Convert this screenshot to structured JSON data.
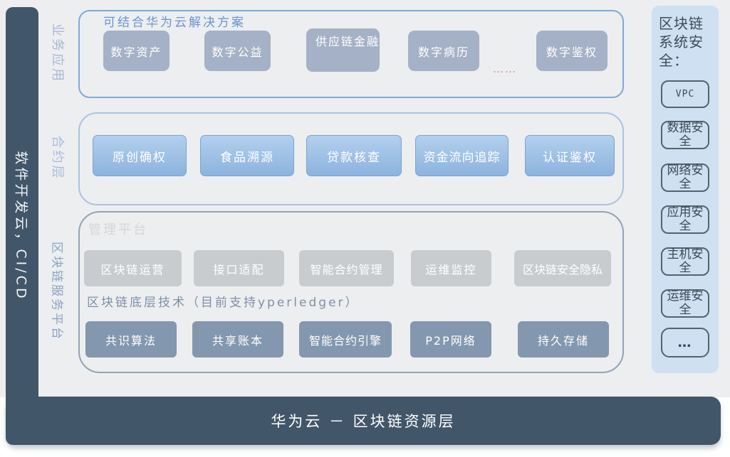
{
  "colors": {
    "dark_bar": "#42566a",
    "canvas_bg": "#edeeef",
    "panel_bg": "#cfe0f2",
    "business_box": "#a5b1c6",
    "contract_box_border": "#78a4d4",
    "contract_box_fill_top": "#b3d0ee",
    "contract_box_fill_bottom": "#8cb3de",
    "management_box": "#c9cccf",
    "tech_box": "#8397ae",
    "solutions_title": "#6a93d3",
    "red_ellipsis": "#e28686"
  },
  "left_bar": {
    "label": "软件开发云，CI/CD"
  },
  "bottom_bar": {
    "label": "华为云 － 区块链资源层"
  },
  "layers": {
    "business": {
      "side_label": "业务应用",
      "title": "可结合华为云解决方案",
      "boxes": [
        "数字资产",
        "数字公益",
        "供应链金融",
        "数字病历",
        "数字鉴权"
      ],
      "ellipsis": "……"
    },
    "contract": {
      "side_label": "合约层",
      "boxes": [
        "原创确权",
        "食品溯源",
        "贷款核查",
        "资金流向追踪",
        "认证鉴权"
      ]
    },
    "platform": {
      "side_label": "区块链服务平台",
      "management_title": "管理平台",
      "management_boxes": [
        "区块链运营",
        "接口适配",
        "智能合约管理",
        "运维监控",
        "区块链安全隐私"
      ],
      "tech_title": "区块链底层技术（目前支持yperledger）",
      "tech_boxes": [
        "共识算法",
        "共享账本",
        "智能合约引擎",
        "P2P网络",
        "持久存储"
      ]
    }
  },
  "security_panel": {
    "title": "区块链系统安全：",
    "items": [
      "VPC",
      "数据安全",
      "网络安全",
      "应用安全",
      "主机安全",
      "运维安全",
      "…"
    ]
  }
}
